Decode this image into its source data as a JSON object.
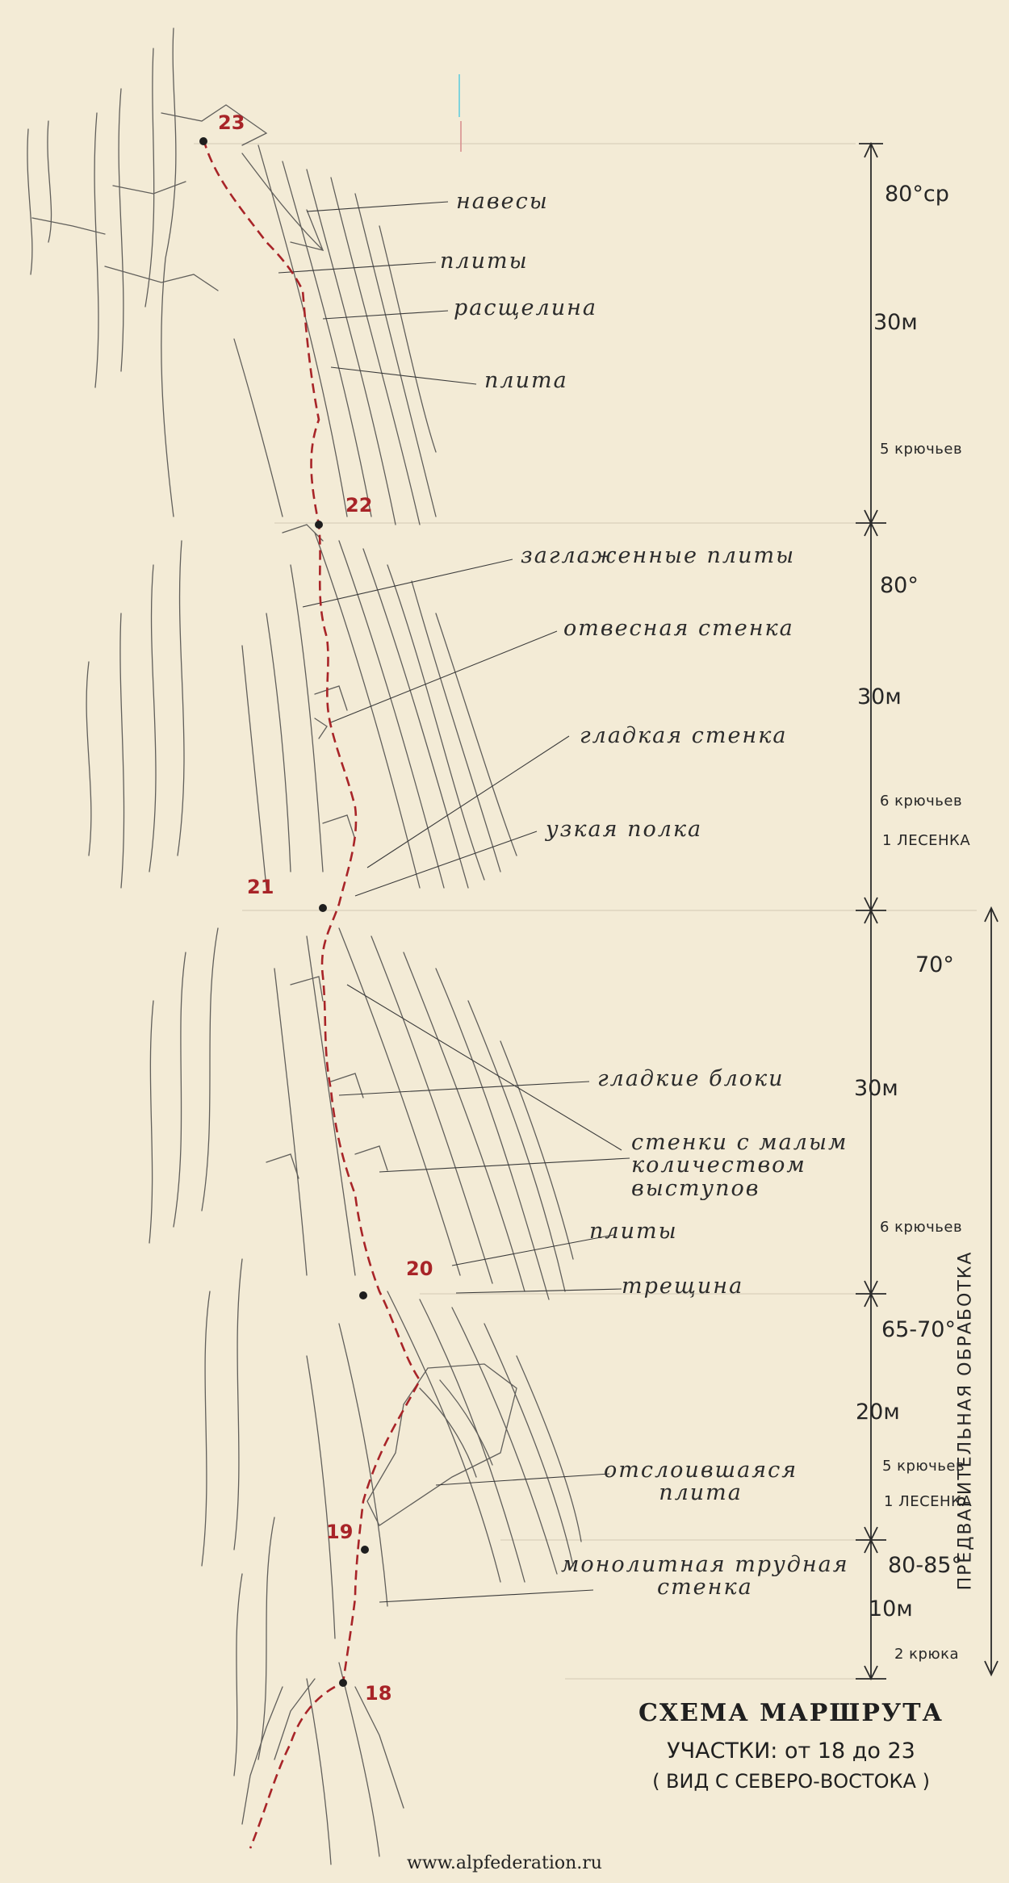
{
  "annotations": {
    "navesy": "навесы",
    "plity_top": "плиты",
    "rasshchelina": "расщелина",
    "plita": "плита",
    "zaglazhennye_plity": "заглаженные плиты",
    "otvesnaya_stenka": "отвесная стенка",
    "gladkaya_stenka": "гладкая стенка",
    "uzkaya_polka": "узкая полка",
    "gladkie_bloki": "гладкие блоки",
    "stenki_vystupov": "стенки с малым\nколичеством\nвыступов",
    "plity_low": "плиты",
    "treshchina": "трещина",
    "otsloivshayasya_plita": "отслоившаяся\nплита",
    "monolitnaya_stenka": "монолитная трудная\nстенка"
  },
  "points": {
    "p23": "23",
    "p22": "22",
    "p21": "21",
    "p20": "20",
    "p19": "19",
    "p18": "18"
  },
  "measurements": {
    "s1_angle": "80°ср",
    "s1_length": "30м",
    "s1_hooks": "5 крючьев",
    "s2_angle": "80°",
    "s2_length": "30м",
    "s2_hooks": "6 крючьев",
    "s2_ladders": "1 ЛЕСЕНКА",
    "s3_angle": "70°",
    "s3_length": "30м",
    "s3_hooks": "6 крючьев",
    "s4_angle": "65-70°",
    "s4_length": "20м",
    "s4_hooks": "5 крючьев",
    "s4_ladders": "1 ЛЕСЕНКА",
    "s5_angle": "80-85°",
    "s5_length": "10м",
    "s5_hooks": "2 крюка"
  },
  "side_label": "ПРЕДВАРИТЕЛЬНАЯ ОБРАБОТКА",
  "title": {
    "main": "СХЕМА МАРШРУТА",
    "sub": "УЧАСТКИ: от 18 до 23",
    "view": "( ВИД С СЕВЕРО-ВОСТОКА )"
  },
  "footer": "www.alpfederation.ru",
  "colors": {
    "paper": "#f3ebd6",
    "pencil": "#3a3a3a",
    "route": "#a82428"
  }
}
